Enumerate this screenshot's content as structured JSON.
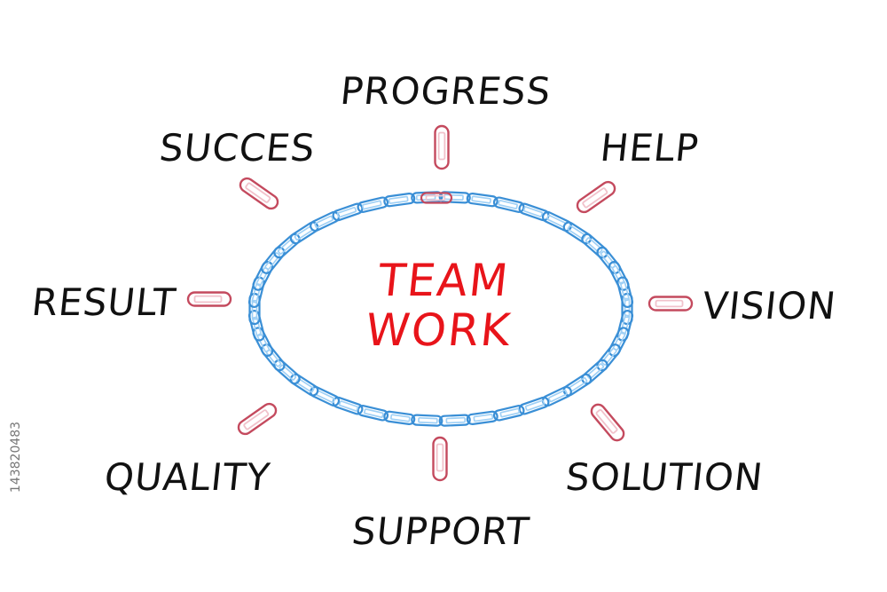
{
  "colors": {
    "chain": "#3a8fd6",
    "chain_light": "#9fd0f5",
    "clip": "#c44a5e",
    "clip_light": "#f1c2cb",
    "center_text": "#e8141a",
    "label_text": "#111111"
  },
  "center": {
    "line1": "TEAM",
    "line2": "WORK"
  },
  "labels": {
    "progress": "PROGRESS",
    "succes": "SUCCES",
    "help": "HELP",
    "result": "RESULT",
    "vision": "VISION",
    "quality": "QUALITY",
    "solution": "SOLUTION",
    "support": "SUPPORT"
  },
  "stock_id": "143820483"
}
